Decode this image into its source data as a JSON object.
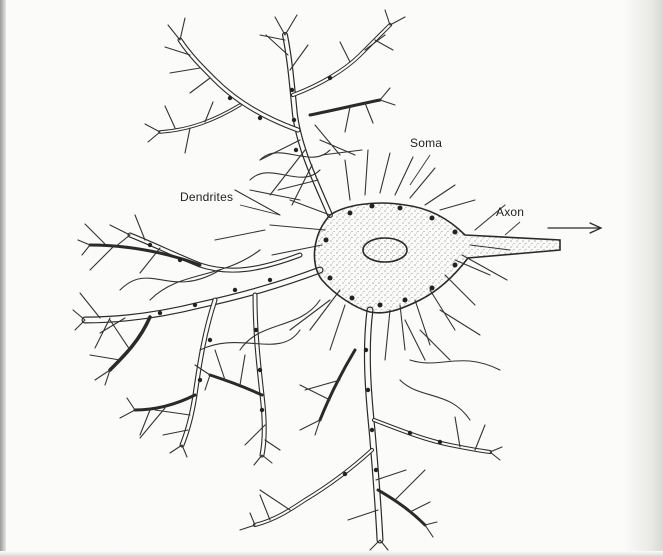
{
  "labels": {
    "dendrites": "Dendrites",
    "soma": "Soma",
    "axon": "Axon"
  },
  "colors": {
    "ink": "#2a2a2a",
    "paper": "#fbfbfa"
  }
}
